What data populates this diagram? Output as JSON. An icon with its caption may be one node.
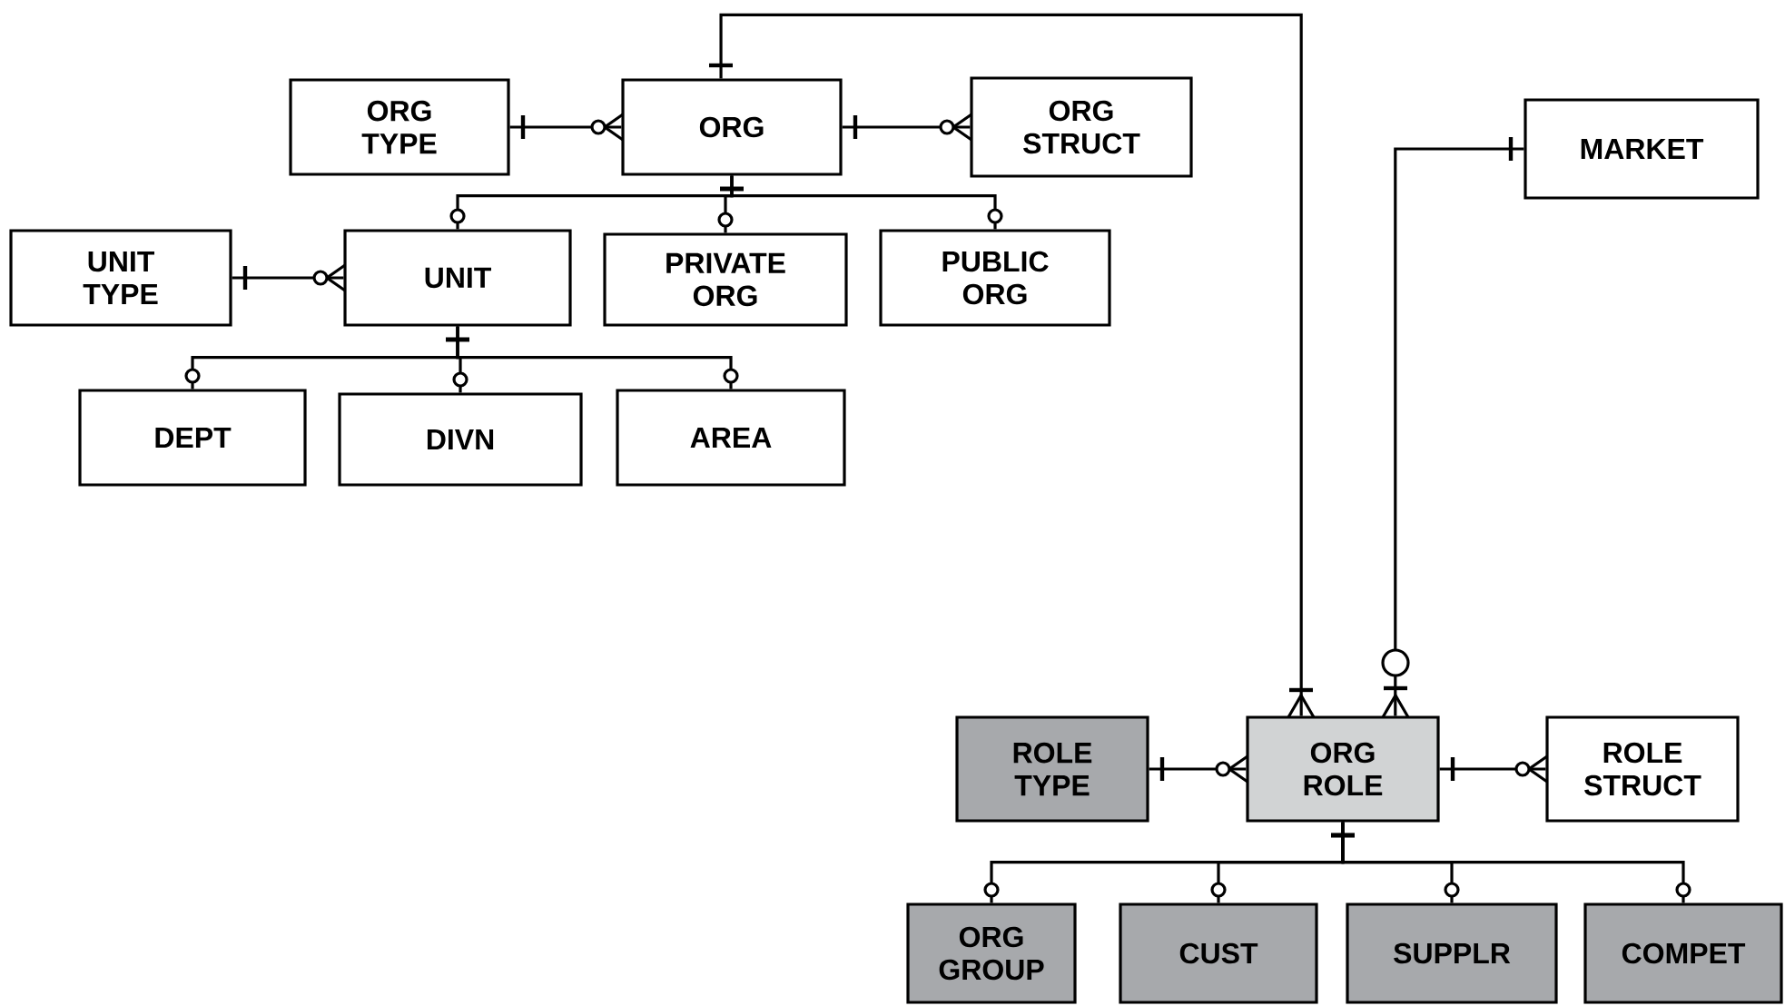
{
  "diagram": {
    "nodes": [
      {
        "text": [
          "ORG TYPE"
        ]
      },
      {
        "text": [
          "ORG"
        ]
      },
      {
        "text": [
          "ORG STRUCT"
        ]
      },
      {
        "text": [
          "MARKET"
        ]
      },
      {
        "text": [
          "UNIT TYPE"
        ]
      },
      {
        "text": [
          "UNIT"
        ]
      },
      {
        "text": [
          "PRIVATE ORG"
        ]
      },
      {
        "text": [
          "PUBLIC ORG"
        ]
      },
      {
        "text": [
          "DEPT"
        ]
      },
      {
        "text": [
          "DIVN"
        ]
      },
      {
        "text": [
          "AREA"
        ]
      },
      {
        "text": [
          "ROLE TYPE"
        ]
      },
      {
        "text": [
          "ORG ROLE"
        ]
      },
      {
        "text": [
          "ROLE STRUCT"
        ]
      },
      {
        "text": [
          "ORG GROUP"
        ]
      },
      {
        "text": [
          "CUST"
        ]
      },
      {
        "text": [
          "SUPPLR"
        ]
      },
      {
        "text": [
          "COMPET"
        ]
      }
    ],
    "edges": [
      {
        "from": 0,
        "to": 1,
        "arrow": "other"
      },
      {
        "from": 1,
        "to": 2,
        "arrow": "other"
      },
      {
        "from": 1,
        "to": 5,
        "arrow": "other"
      },
      {
        "from": 1,
        "to": 6,
        "arrow": "other"
      },
      {
        "from": 1,
        "to": 7,
        "arrow": "other"
      },
      {
        "from": 4,
        "to": 5,
        "arrow": "other"
      },
      {
        "from": 5,
        "to": 8,
        "arrow": "other"
      },
      {
        "from": 5,
        "to": 9,
        "arrow": "other"
      },
      {
        "from": 5,
        "to": 10,
        "arrow": "other"
      },
      {
        "from": 1,
        "to": 12,
        "arrow": "other"
      },
      {
        "from": 3,
        "to": 12,
        "arrow": "other"
      },
      {
        "from": 11,
        "to": 12,
        "arrow": "other"
      },
      {
        "from": 12,
        "to": 13,
        "arrow": "other"
      },
      {
        "from": 12,
        "to": 14,
        "arrow": "other"
      },
      {
        "from": 12,
        "to": 15,
        "arrow": "other"
      },
      {
        "from": 12,
        "to": 16,
        "arrow": "other"
      },
      {
        "from": 12,
        "to": 17,
        "arrow": "other"
      }
    ]
  }
}
